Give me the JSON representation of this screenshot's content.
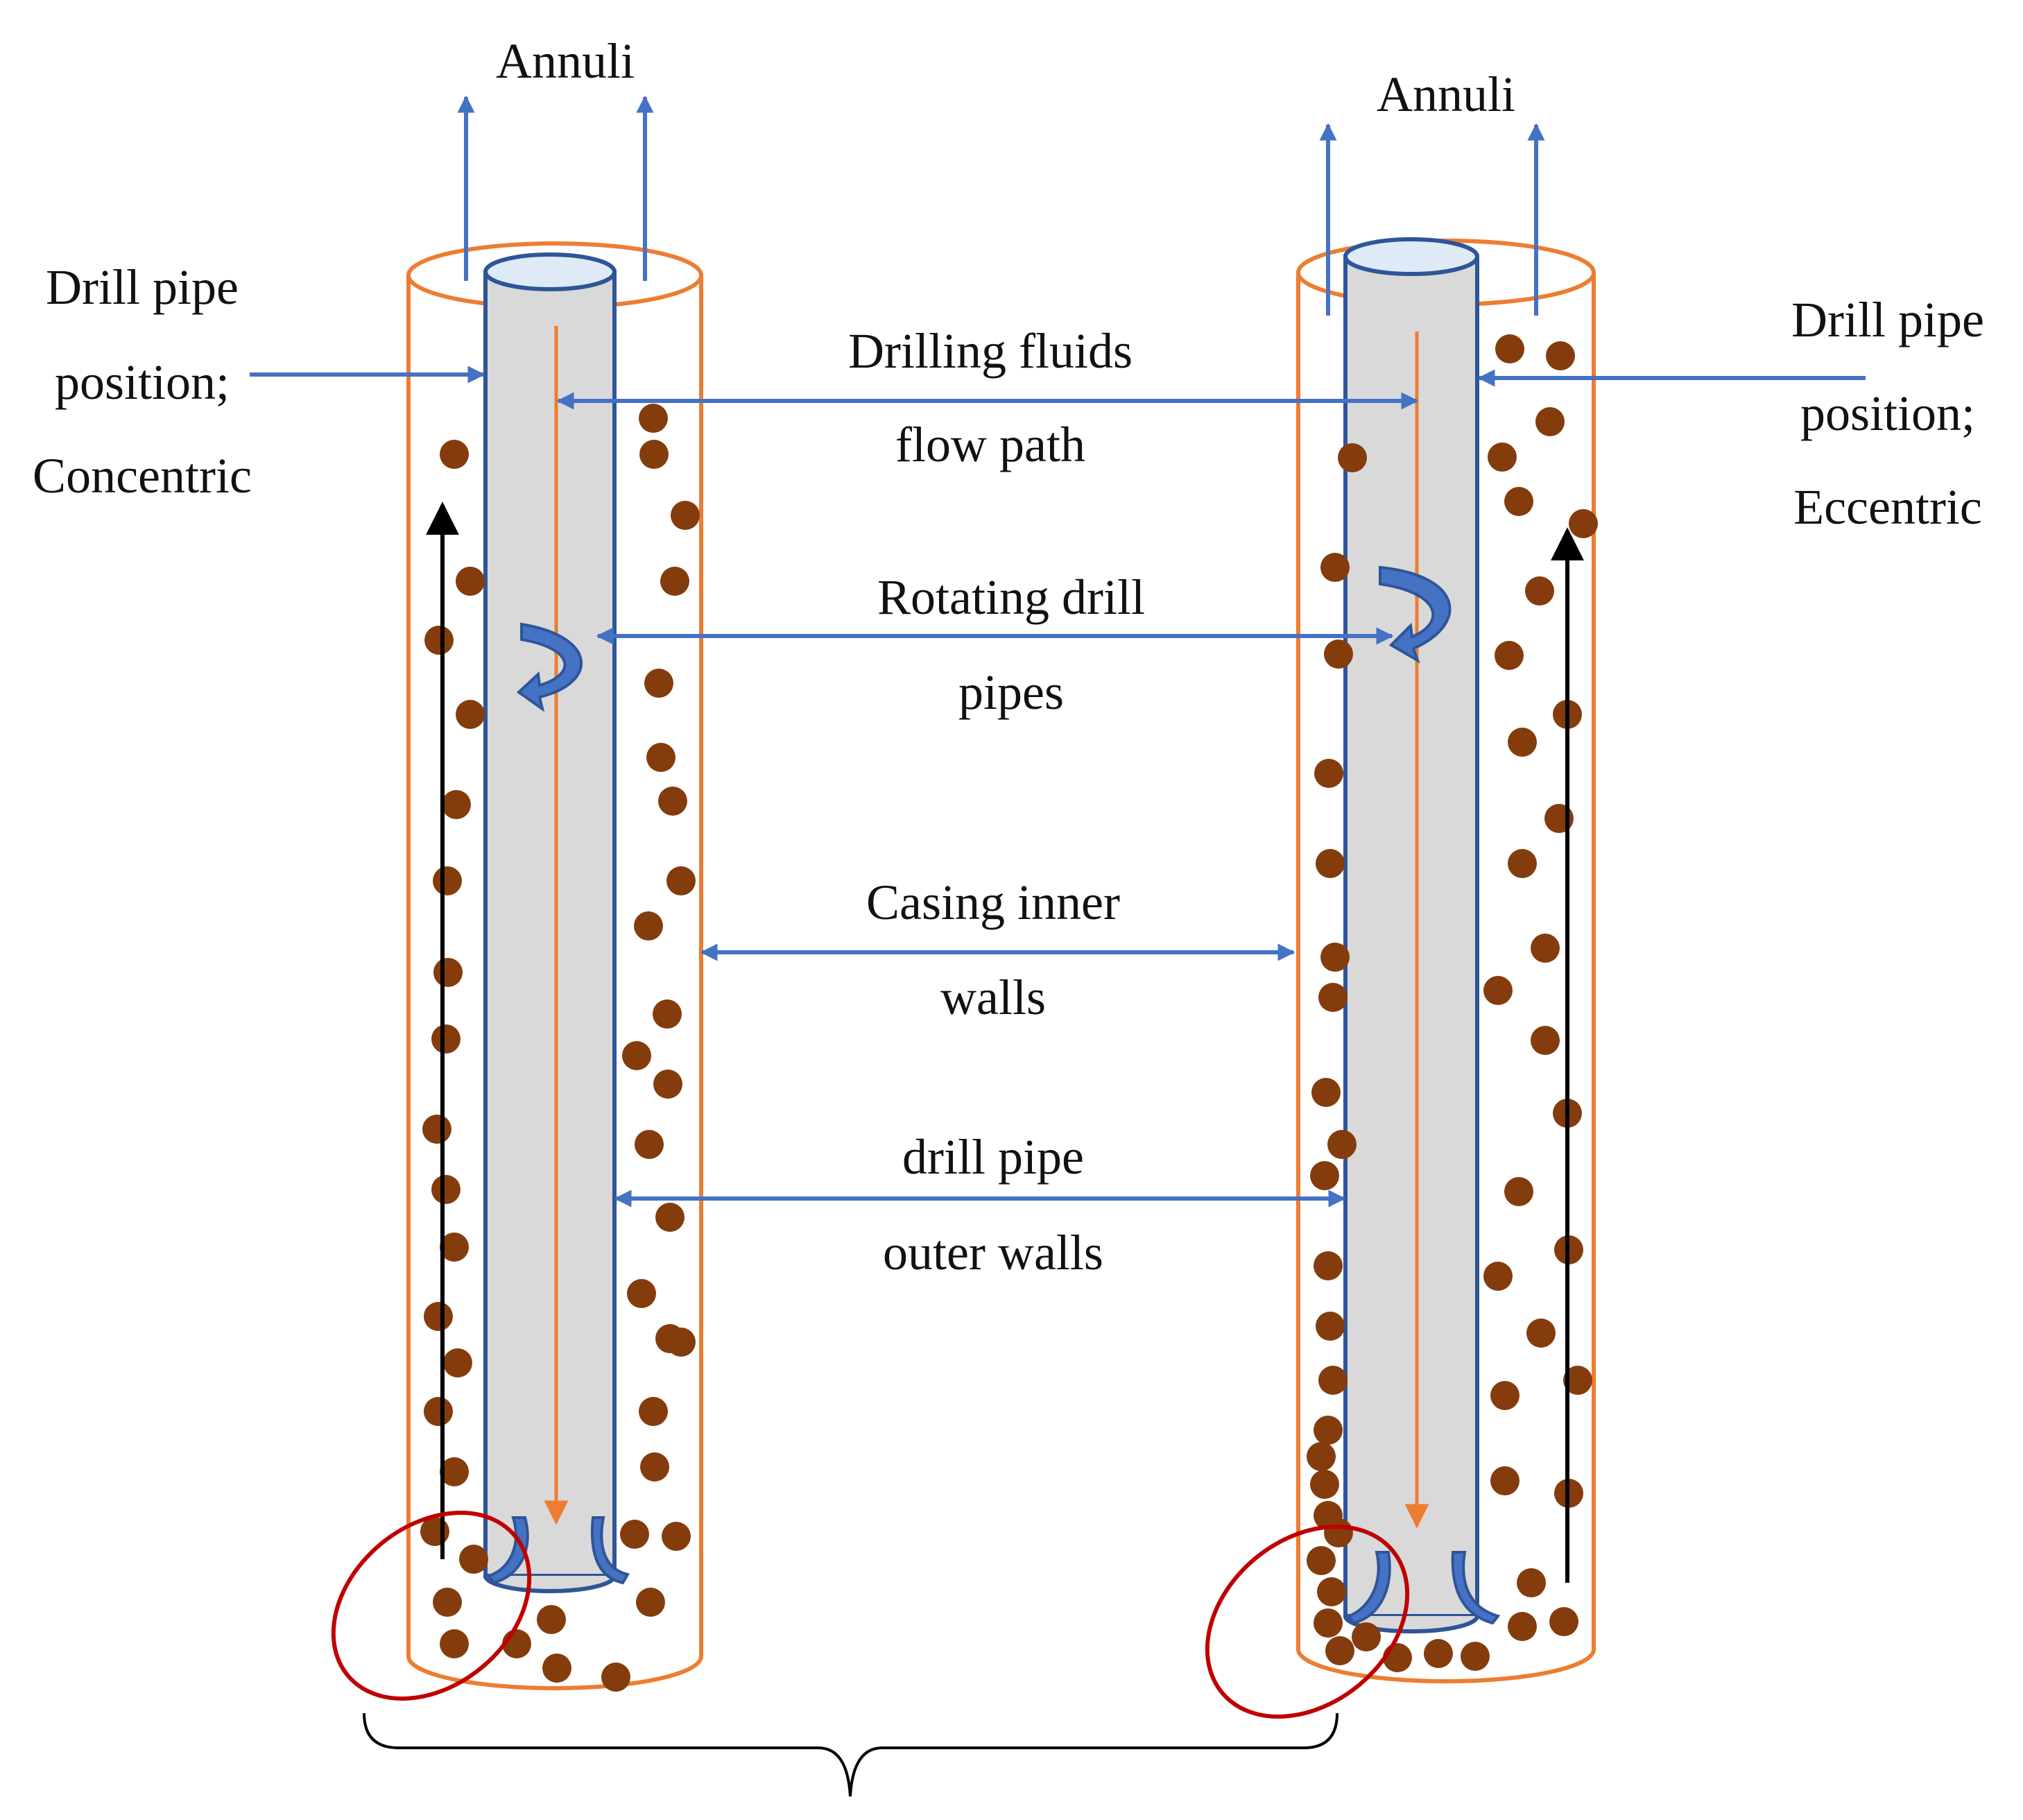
{
  "labels": {
    "annuli_left": "Annuli",
    "annuli_right": "Annuli",
    "pos_left_l1": "Drill pipe",
    "pos_left_l2": "position;",
    "pos_left_l3": "Concentric",
    "pos_right_l1": "Drill pipe",
    "pos_right_l2": "position;",
    "pos_right_l3": "Eccentric",
    "flow_l1": "Drilling fluids",
    "flow_l2": "flow path",
    "rot_l1": "Rotating drill",
    "rot_l2": "pipes",
    "casing_l1": "Casing inner",
    "casing_l2": "walls",
    "outer_l1": "drill pipe",
    "outer_l2": "outer walls"
  },
  "colors": {
    "casing": "#ED7D31",
    "pipe_stroke": "#2F5597",
    "pipe_fill": "#D9D9D9",
    "pointer_arrows": "#4472C4",
    "flow_arrow": "#ED7D31",
    "return_arrow": "#000000",
    "cuttings": "#843C0C",
    "highlight_circle": "#C00000"
  },
  "icons": {
    "rotation": "curved-rotation-arrow-icon",
    "cuttings": "cutting-particle-icon"
  }
}
